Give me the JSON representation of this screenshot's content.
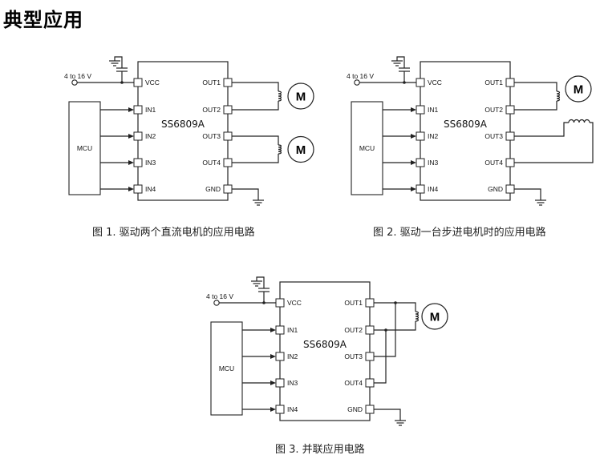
{
  "title": "典型应用",
  "chip": {
    "name": "SS6809A",
    "left_pins": [
      "VCC",
      "IN1",
      "IN2",
      "IN3",
      "IN4"
    ],
    "right_pins": [
      "OUT1",
      "OUT2",
      "OUT3",
      "OUT4",
      "GND"
    ]
  },
  "supply_label": "4 to 16 V",
  "mcu_label": "MCU",
  "motor_label": "M",
  "figures": [
    {
      "id": "fig1",
      "caption": "图 1. 驱动两个直流电机的应用电路",
      "variant": "two-dc-motors"
    },
    {
      "id": "fig2",
      "caption": "图 2. 驱动一台步进电机时的应用电路",
      "variant": "one-stepper-motor"
    },
    {
      "id": "fig3",
      "caption": "图 3. 并联应用电路",
      "variant": "parallel"
    }
  ]
}
